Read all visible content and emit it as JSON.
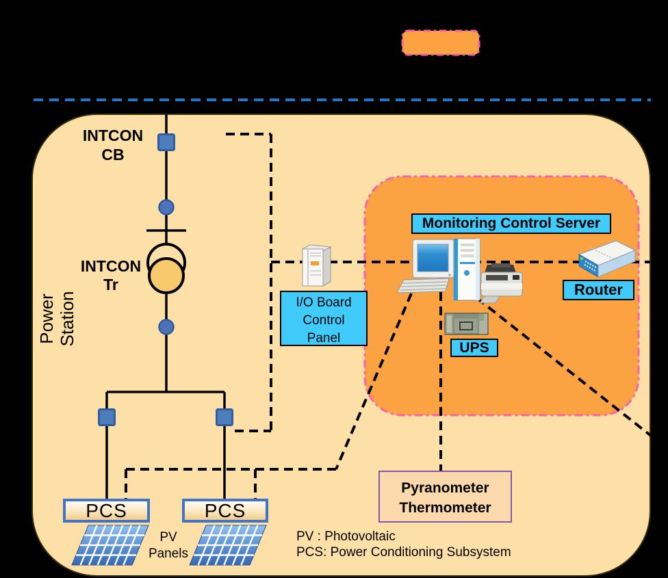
{
  "diagram": {
    "station_label": {
      "line1": "Power",
      "line2": "Station"
    },
    "intcon_cb": {
      "line1": "INTCON",
      "line2": "CB"
    },
    "intcon_tr": {
      "line1": "INTCON",
      "line2": "Tr"
    },
    "io_panel": {
      "line1": "I/O Board",
      "line2": "Control",
      "line3": "Panel"
    },
    "monitoring_server_label": "Monitoring Control Server",
    "router_label": "Router",
    "ups_label": "UPS",
    "pyranometer_box": {
      "line1": "Pyranometer",
      "line2": "Thermometer"
    },
    "pcs_left_label": "PCS",
    "pcs_right_label": "PCS",
    "pv_panels_label": {
      "line1": "PV",
      "line2": "Panels"
    },
    "abbreviations": {
      "line1": "PV : Photovoltaic",
      "line2": "PCS: Power Conditioning Subsystem"
    }
  },
  "icons": {
    "breaker_square": "cb-switch-icon",
    "node_dot": "bus-node-icon",
    "transformer": "transformer-icon",
    "server_cabinet": "server-cabinet-icon",
    "workstation": "workstation-icon",
    "printer": "printer-icon",
    "router": "router-icon",
    "ups_unit": "ups-unit-icon",
    "pv_array": "pv-array-icon"
  },
  "colors": {
    "background": "#000000",
    "station_fill": "#fde0a8",
    "station_border": "#3b3108",
    "remote_fill": "#fba343",
    "remote_border": "#ff5fa8",
    "label_fill": "#41cbfa",
    "separator_blue": "#1e78cc",
    "pcs_border": "#4472c4",
    "pyranometer_border": "#7d57a8",
    "switch_blue": "#4d7dbd",
    "transformer_fill": "#f9c96e"
  }
}
